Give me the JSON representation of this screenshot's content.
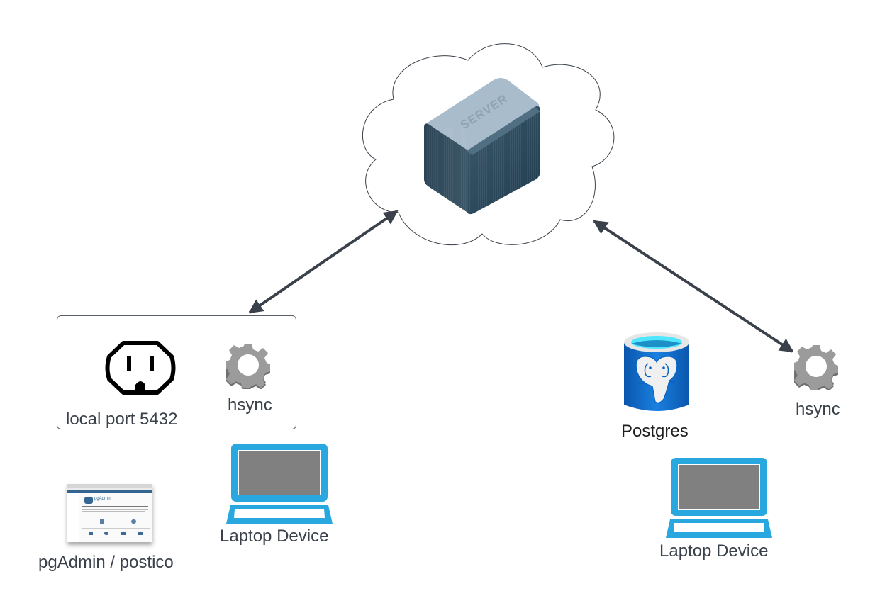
{
  "diagram": {
    "nodes": {
      "server": {
        "label": "SERVER",
        "type": "server-in-cloud"
      },
      "local_group": {
        "outlet_label": "local port 5432",
        "hsync_label": "hsync"
      },
      "pgadmin": {
        "label": "pgAdmin / postico",
        "thumb_title": "pgAdmin"
      },
      "laptop_left": {
        "label": "Laptop Device"
      },
      "postgres": {
        "label": "Postgres"
      },
      "hsync_right": {
        "label": "hsync"
      },
      "laptop_right": {
        "label": "Laptop Device"
      }
    },
    "edges": [
      {
        "from": "local_group",
        "to": "server",
        "direction": "bidirectional"
      },
      {
        "from": "server",
        "to": "hsync_right",
        "direction": "bidirectional"
      }
    ],
    "colors": {
      "arrow": "#3a414a",
      "cloud_stroke": "#3a414a",
      "gear": "#9b9b9b",
      "laptop": "#29a8e0",
      "laptop_screen": "#808080",
      "db_blue": "#0a63c2",
      "db_top": "#50e6ff",
      "server_dark": "#2c4a5e",
      "server_light": "#9fb3c2"
    }
  }
}
